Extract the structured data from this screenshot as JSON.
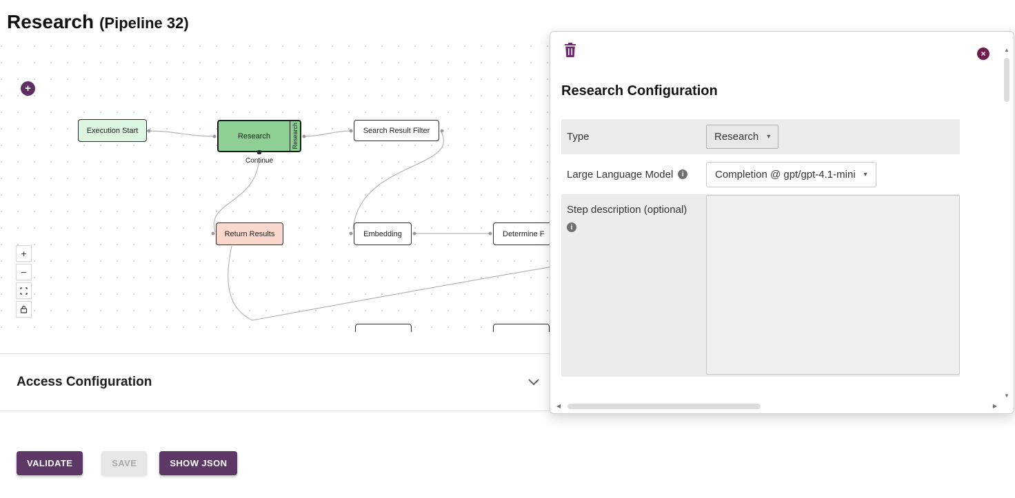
{
  "header": {
    "title": "Research",
    "subtitle": "(Pipeline 32)"
  },
  "canvas": {
    "nodes": [
      {
        "label": "Execution Start"
      },
      {
        "label": "Research",
        "side_label": "Research",
        "handle_label": "Continue"
      },
      {
        "label": "Search Result Filter"
      },
      {
        "label": "Return Results"
      },
      {
        "label": "Embedding"
      },
      {
        "label": "Determine F"
      }
    ]
  },
  "access": {
    "title": "Access Configuration"
  },
  "actions": {
    "validate": "VALIDATE",
    "save": "SAVE",
    "show_json": "SHOW JSON"
  },
  "panel": {
    "title": "Research Configuration",
    "fields": {
      "type": {
        "label": "Type",
        "value": "Research"
      },
      "llm": {
        "label": "Large Language Model",
        "value": "Completion @ gpt/gpt-4.1-mini"
      },
      "description": {
        "label": "Step description (optional)",
        "value": ""
      }
    }
  },
  "icons": {
    "plus": "+",
    "zoom_in": "+",
    "zoom_out": "−",
    "close": "×",
    "caret": "▾",
    "info": "i",
    "scroll_up": "▲",
    "scroll_down": "▼",
    "scroll_left": "◀",
    "scroll_right": "▶"
  },
  "colors": {
    "accent_purple": "#5d3766",
    "selected_node_green": "#8ecf93",
    "start_node_mint": "#dcf5e0",
    "return_node_salmon": "#fad8cd",
    "close_button_maroon": "#701d4e"
  }
}
